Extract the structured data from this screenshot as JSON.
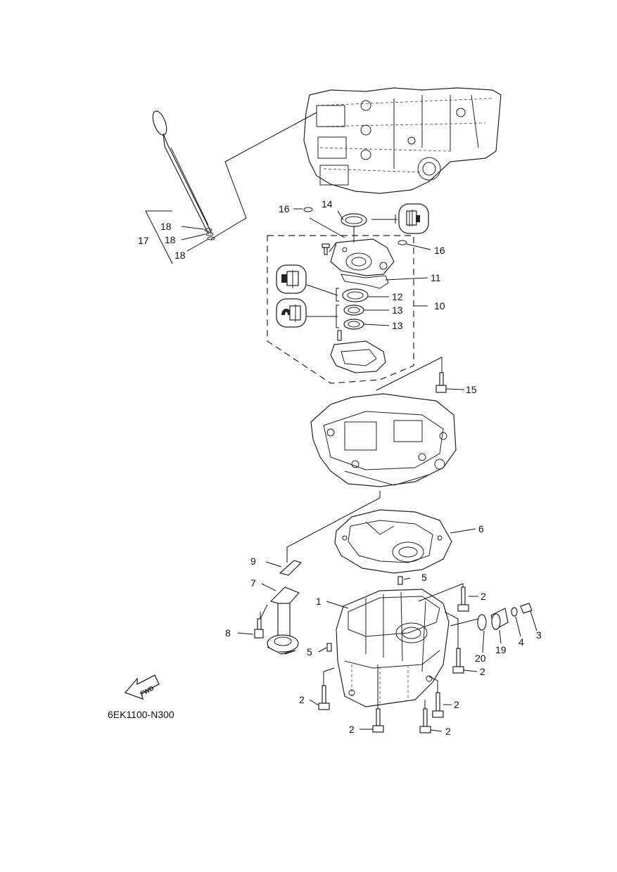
{
  "diagram_code": "6EK1100-N300",
  "fwd_arrow_label": "FWD",
  "callouts": {
    "n1": "1",
    "n2a": "2",
    "n2b": "2",
    "n2c": "2",
    "n2d": "2",
    "n2e": "2",
    "n2f": "2",
    "n3": "3",
    "n4": "4",
    "n5a": "5",
    "n5b": "5",
    "n6": "6",
    "n7": "7",
    "n8": "8",
    "n9": "9",
    "n10": "10",
    "n11": "11",
    "n12": "12",
    "n13a": "13",
    "n13b": "13",
    "n14": "14",
    "n15": "15",
    "n16a": "16",
    "n16b": "16",
    "n17": "17",
    "n18a": "18",
    "n18b": "18",
    "n18c": "18",
    "n19": "19",
    "n20": "20"
  },
  "icons": [
    "grease-apply-icon",
    "oil-apply-icon",
    "fwd-arrow-icon"
  ]
}
